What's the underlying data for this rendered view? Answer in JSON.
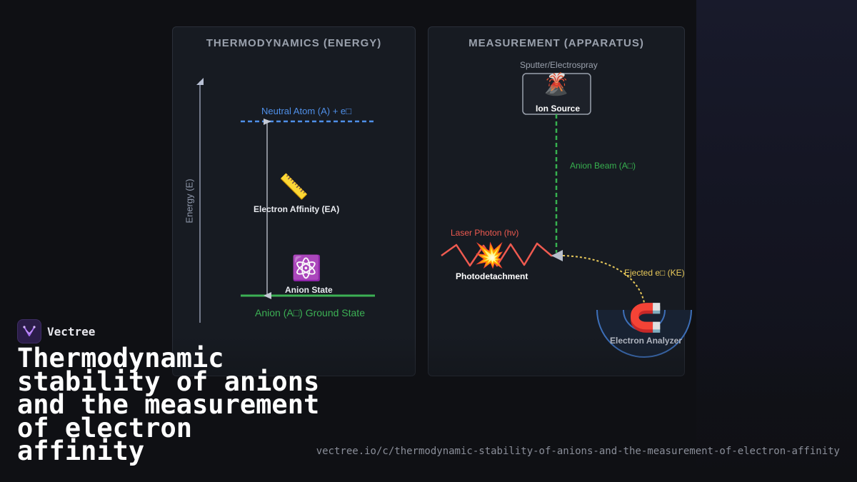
{
  "left_panel": {
    "title": "THERMODYNAMICS (ENERGY)",
    "energy_axis_label": "Energy (E)",
    "neutral_label": "Neutral Atom (A) + e□",
    "ea_label": "Electron Affinity (EA)",
    "anion_state_label": "Anion State",
    "ground_state_label": "Anion (A□) Ground State",
    "icons": {
      "ea": "ruler-icon",
      "anion": "atom-icon"
    },
    "colors": {
      "neutral": "#4f8fe8",
      "ground": "#3cb054",
      "axis": "#8f98ab"
    }
  },
  "right_panel": {
    "title": "MEASUREMENT (APPARATUS)",
    "sputter_label": "Sputter/Electrospray",
    "ion_source_label": "Ion Source",
    "anion_beam_label": "Anion Beam (A□)",
    "laser_label": "Laser Photon (hν)",
    "photodetachment_label": "Photodetachment",
    "ejected_label": "Ejected e□ (KE)",
    "analyzer_label": "Electron Analyzer",
    "icons": {
      "source": "volcano-icon",
      "collision": "collision-icon",
      "analyzer": "magnet-icon"
    },
    "colors": {
      "beam": "#37b04f",
      "laser": "#ef5a50",
      "ejected": "#e8c95a",
      "analyzer": "#3d6fb8"
    }
  },
  "brand": {
    "name": "Vectree",
    "logo": "vectree-logo-icon"
  },
  "page_title": "Thermodynamic stability of anions and the measurement of electron affinity",
  "url": "vectree.io/c/thermodynamic-stability-of-anions-and-the-measurement-of-electron-affinity"
}
